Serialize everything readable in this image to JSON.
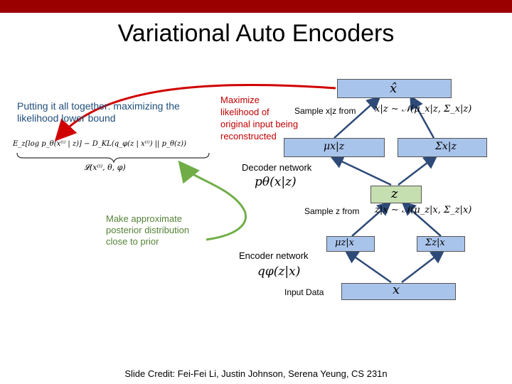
{
  "title": "Variational Auto Encoders",
  "left_text": "Putting it all together: maximizing the likelihood lower bound",
  "elbo": {
    "expectation": "E_z[log p_θ(x⁽ⁱ⁾ | z)] − D_KL(q_φ(z | x⁽ⁱ⁾) || p_θ(z))",
    "label": "𝓛(x⁽ⁱ⁾, θ, φ)"
  },
  "annotations": {
    "maximize": "Maximize\nlikelihood of\noriginal input being\nreconstructed",
    "approx": "Make approximate\nposterior distribution\nclose to prior",
    "sample_x": "Sample x|z from",
    "sample_z": "Sample z from",
    "decoder": "Decoder network",
    "encoder": "Encoder network",
    "input": "Input Data"
  },
  "math": {
    "x_hat": "x̂",
    "x_sample": "x|z ∼ 𝒩(μ_x|z, Σ_x|z)",
    "mu_xz": "μx|z",
    "sigma_xz": "Σx|z",
    "p_theta": "pθ(x|z)",
    "z": "z",
    "z_sample": "z|x ∼ 𝒩(μ_z|x, Σ_z|x)",
    "mu_zx": "μz|x",
    "sigma_zx": "Σz|x",
    "q_phi": "qφ(z|x)",
    "x": "x"
  },
  "credit": "Slide Credit: Fei-Fei Li, Justin Johnson, Serena Yeung, CS 231n",
  "colors": {
    "topbar": "#9b0000",
    "box": "#a9c4eb",
    "zbox": "#c6dfb0",
    "red_arrow": "#d00000",
    "green_arrow": "#70ad47",
    "net_arrow": "#2e4a78"
  }
}
